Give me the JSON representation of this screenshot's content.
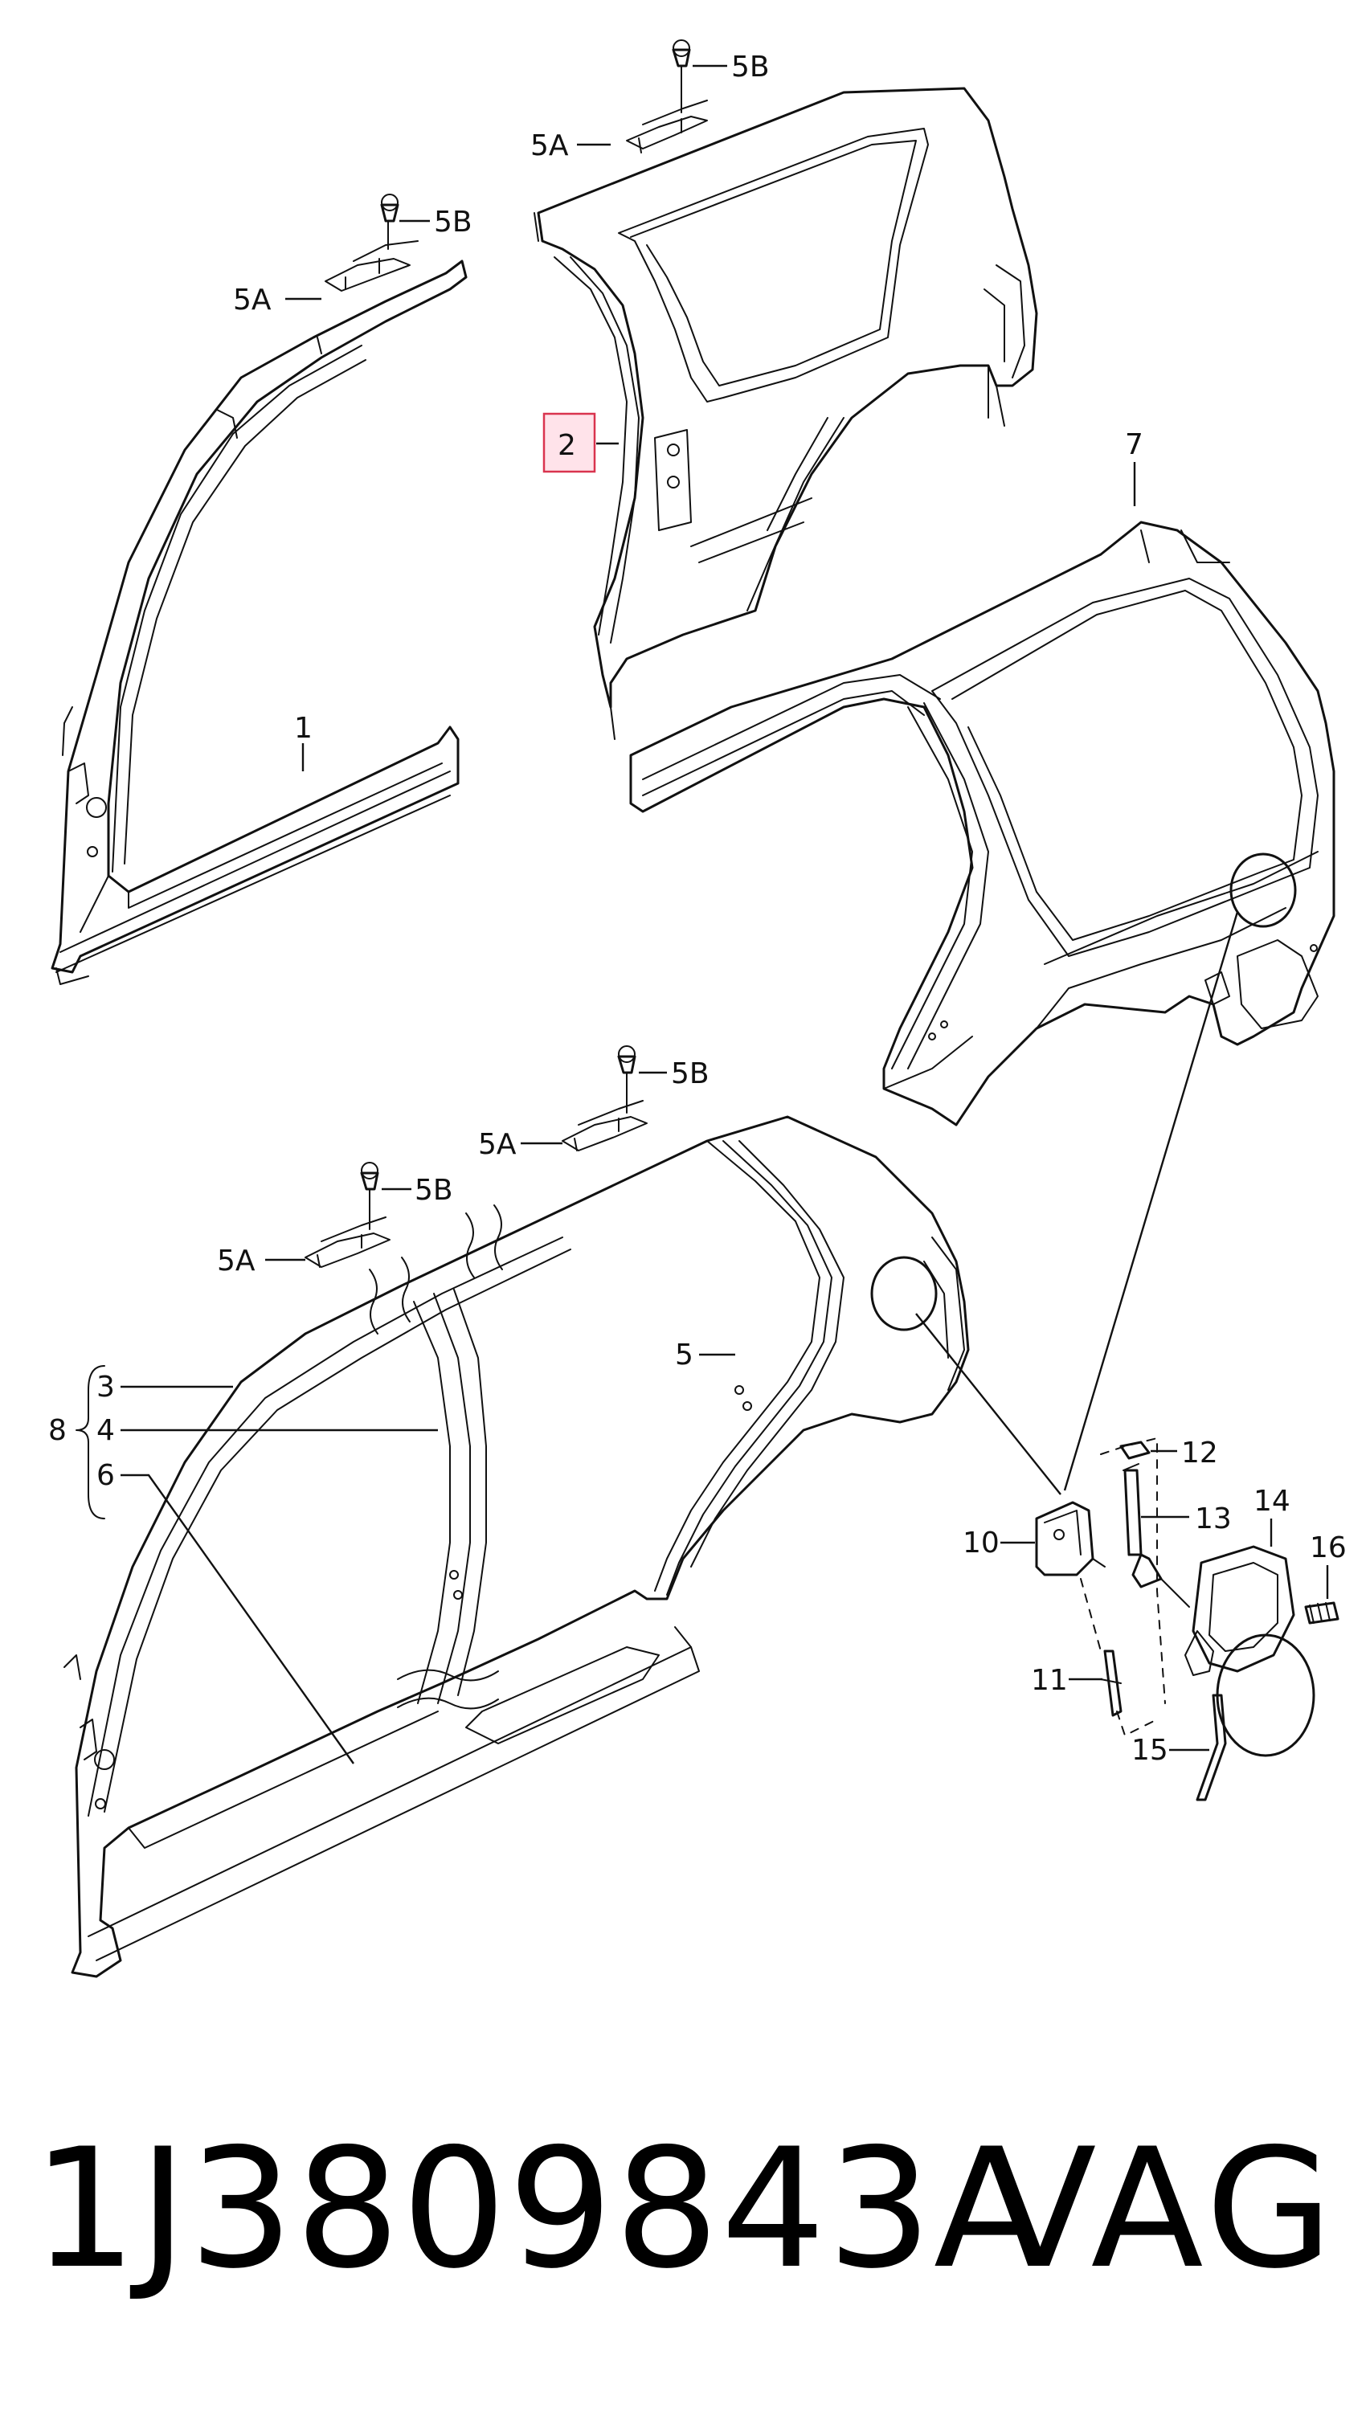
{
  "callouts": {
    "c1": "1",
    "c2": "2",
    "c3": "3",
    "c4": "4",
    "c5": "5",
    "c5A": "5A",
    "c5B": "5B",
    "c6": "6",
    "c7": "7",
    "c8": "8",
    "c10": "10",
    "c11": "11",
    "c12": "12",
    "c13": "13",
    "c14": "14",
    "c15": "15",
    "c16": "16"
  },
  "highlighted_callout": "2",
  "colors": {
    "line": "#111111",
    "highlight_fill": "#ffe3ea",
    "highlight_stroke": "#d9344f",
    "background": "#ffffff"
  },
  "caption": {
    "part_number": "1J3809843A",
    "brand": "VAG"
  }
}
